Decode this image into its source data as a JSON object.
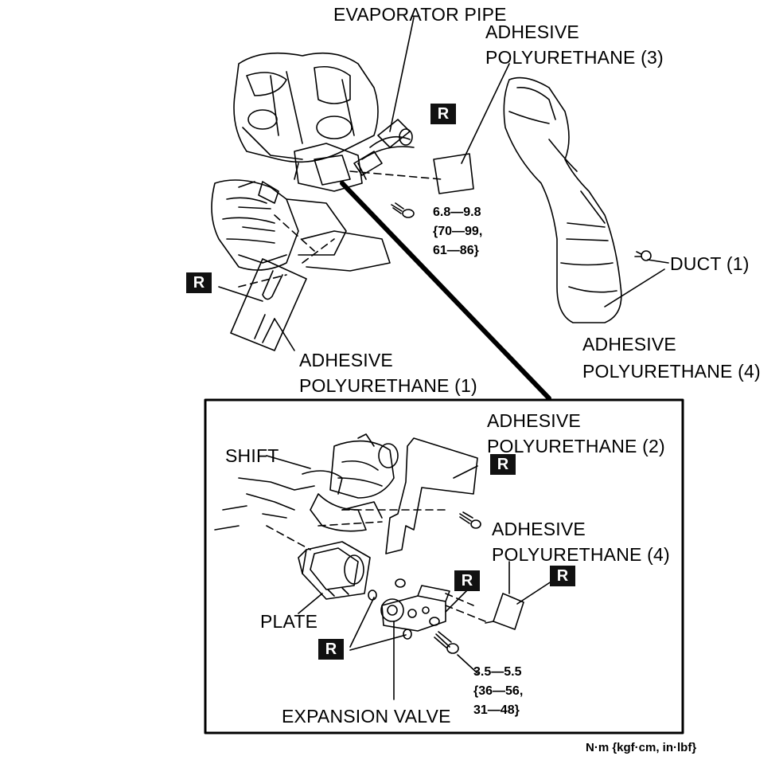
{
  "labels": {
    "evaporator_pipe": "EVAPORATOR PIPE",
    "adhesive_3_l1": "ADHESIVE",
    "adhesive_3_l2": "POLYURETHANE (3)",
    "adhesive_1_l1": "ADHESIVE",
    "adhesive_1_l2": "POLYURETHANE (1)",
    "duct": "DUCT (1)",
    "adhesive_4_top_l1": "ADHESIVE",
    "adhesive_4_top_l2": "POLYURETHANE (4)",
    "adhesive_2_l1": "ADHESIVE",
    "adhesive_2_l2": "POLYURETHANE (2)",
    "shift": "SHIFT",
    "adhesive_4_inset_l1": "ADHESIVE",
    "adhesive_4_inset_l2": "POLYURETHANE (4)",
    "plate": "PLATE",
    "expansion_valve": "EXPANSION VALVE"
  },
  "torque": {
    "upper": [
      "6.8—9.8",
      "{70—99,",
      "61—86}"
    ],
    "lower": [
      "3.5—5.5",
      "{36—56,",
      "31—48}"
    ]
  },
  "replace_badge": "R",
  "units": "N·m {kgf·cm, in·lbf}"
}
